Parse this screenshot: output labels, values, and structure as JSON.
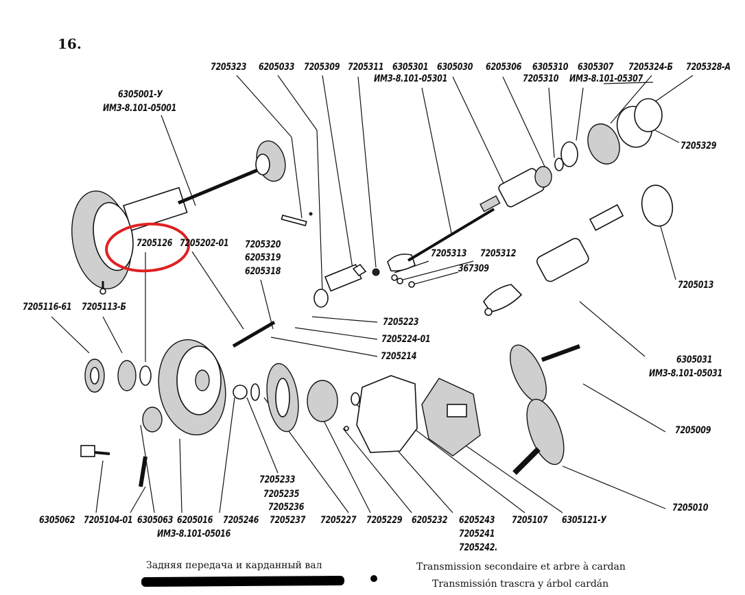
{
  "figure": {
    "number": "16.",
    "caption_ru": "Задняя передача и карданный вал",
    "caption_fr": "Transmission secondaire et arbre à cardan",
    "caption_es": "Transmissión trascra y árbol cardán",
    "highlight": {
      "label": "7205126",
      "shape": "ellipse",
      "color": "#e02020"
    }
  },
  "part_labels": {
    "p6305001": "6305001-У",
    "p6305001b": "ИМЗ-8.101-05001",
    "p7205323": "7205323",
    "p6205033": "6205033",
    "p7205309": "7205309",
    "p7205311": "7205311",
    "p6305301": "6305301",
    "p6305301b": "ИМЗ-8.101-05301",
    "p6305030": "6305030",
    "p6205306": "6205306",
    "p6305310": "6305310",
    "p7205310": "7205310",
    "p6305307": "6305307",
    "p6305307b": "ИМЗ-8.101-05307",
    "p7205324": "7205324-Б",
    "p7205328": "7205328-А",
    "p7205329": "7205329",
    "p7205126": "7205126",
    "p7205202": "7205202-01",
    "p7205320": "7205320",
    "p6205319": "6205319",
    "p6205318": "6205318",
    "p7205313": "7205313",
    "p7205312": "7205312",
    "p367309": "367309",
    "p7205013": "7205013",
    "p7205116": "7205116-61",
    "p7205113": "7205113-Б",
    "p7205223": "7205223",
    "p7205224": "7205224-01",
    "p7205214": "7205214",
    "p6305031": "6305031",
    "p6305031b": "ИМЗ-8.101-05031",
    "p7205009": "7205009",
    "p7205010": "7205010",
    "p7205233": "7205233",
    "p7205235": "7205235",
    "p7205236": "7205236",
    "p6305062": "6305062",
    "p7205104": "7205104-01",
    "p6305063": "6305063",
    "p6205016": "6205016",
    "p6205016b": "ИМЗ-8.101-05016",
    "p7205246": "7205246",
    "p7205237": "7205237",
    "p7205227": "7205227",
    "p7205229": "7205229",
    "p6205232": "6205232",
    "p6205243": "6205243",
    "p7205241": "7205241",
    "p7205242": "7205242.",
    "p7205107": "7205107",
    "p6305121": "6305121-У"
  }
}
